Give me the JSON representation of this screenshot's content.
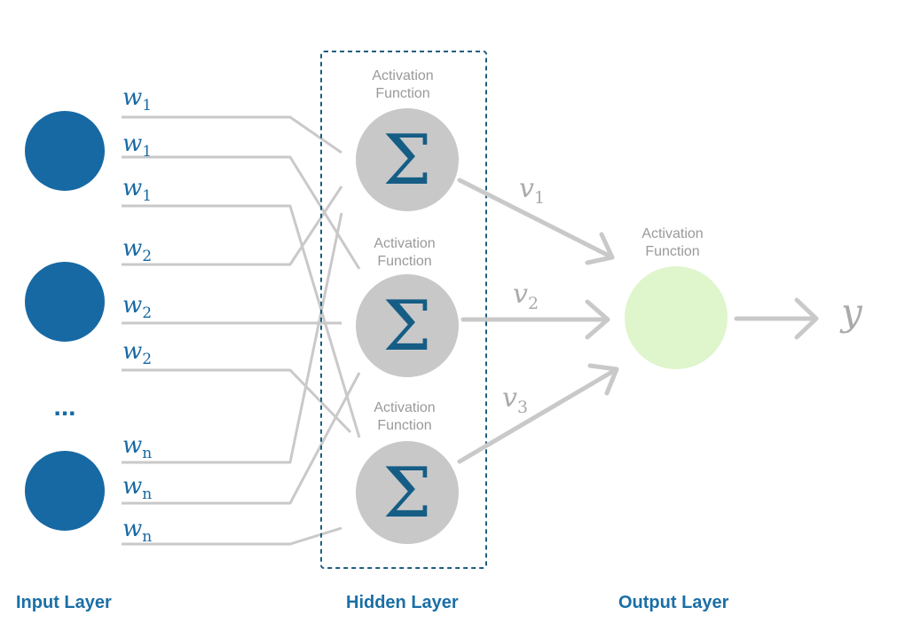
{
  "colors": {
    "input_node": "#1769a4",
    "hidden_node": "#c8c8c8",
    "output_node": "#dff5cc",
    "connection": "#c9c9c9",
    "sigma": "#155d85",
    "weight_text": "#1769a4",
    "v_text": "#aaaaaa",
    "activation_text": "#9a9a9a",
    "layer_label": "#1a6fa6",
    "dashed_box": "#1f5d7f"
  },
  "input_layer": {
    "label": "Input Layer",
    "ellipsis": "...",
    "weights": [
      {
        "symbol": "w",
        "sub": "1"
      },
      {
        "symbol": "w",
        "sub": "1"
      },
      {
        "symbol": "w",
        "sub": "1"
      },
      {
        "symbol": "w",
        "sub": "2"
      },
      {
        "symbol": "w",
        "sub": "2"
      },
      {
        "symbol": "w",
        "sub": "2"
      },
      {
        "symbol": "w",
        "sub": "n"
      },
      {
        "symbol": "w",
        "sub": "n"
      },
      {
        "symbol": "w",
        "sub": "n"
      }
    ]
  },
  "hidden_layer": {
    "label": "Hidden Layer",
    "node_symbol": "Σ",
    "nodes": [
      {
        "activation_line1": "Activation",
        "activation_line2": "Function"
      },
      {
        "activation_line1": "Activation",
        "activation_line2": "Function"
      },
      {
        "activation_line1": "Activation",
        "activation_line2": "Function"
      }
    ],
    "outputs": [
      {
        "symbol": "v",
        "sub": "1"
      },
      {
        "symbol": "v",
        "sub": "2"
      },
      {
        "symbol": "v",
        "sub": "3"
      }
    ]
  },
  "output_layer": {
    "label": "Output Layer",
    "activation_line1": "Activation",
    "activation_line2": "Function",
    "output_symbol": "y"
  }
}
